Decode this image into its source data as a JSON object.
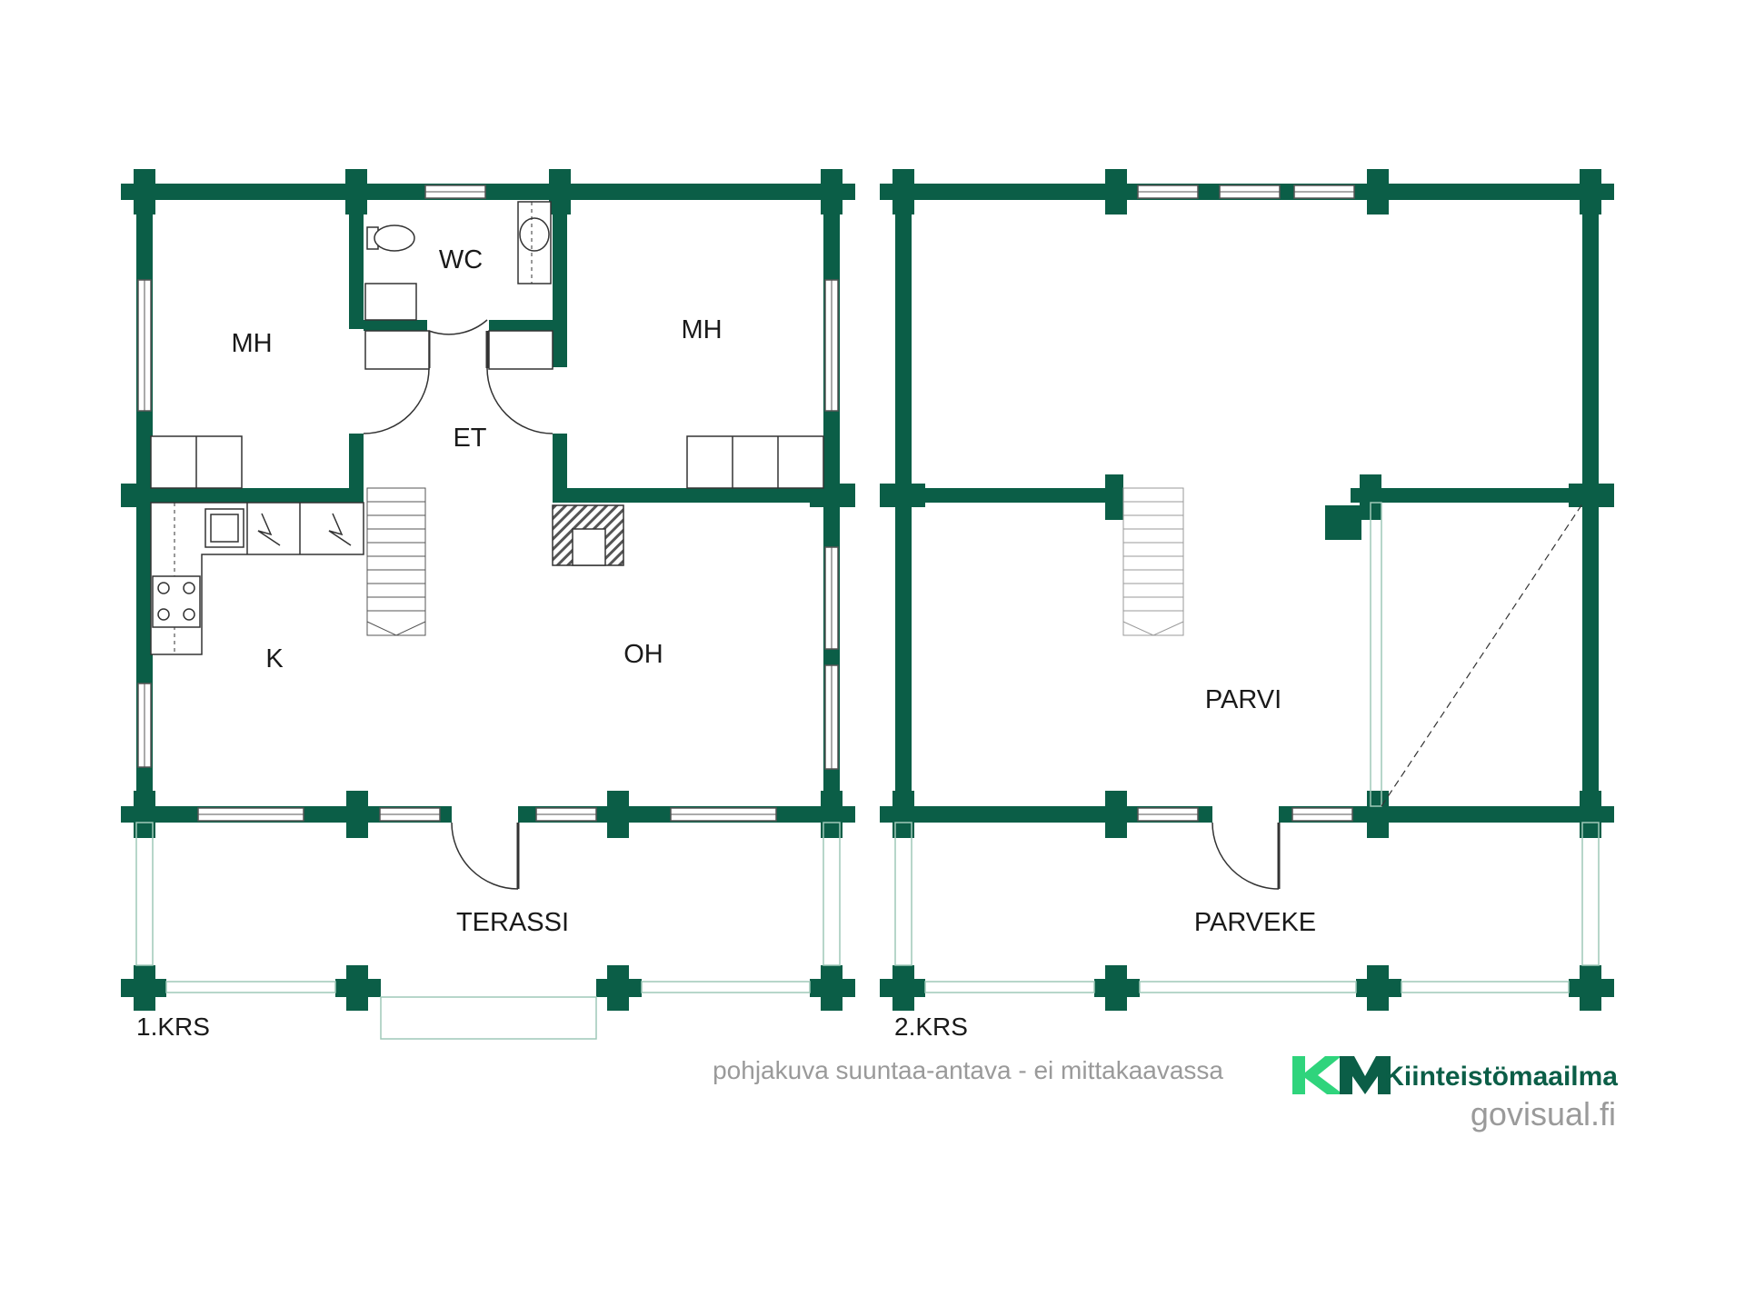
{
  "floor1": {
    "label": "1.KRS",
    "rooms": {
      "mh_left": "MH",
      "wc": "WC",
      "mh_right": "MH",
      "et": "ET",
      "k": "K",
      "oh": "OH",
      "terassi": "TERASSI"
    }
  },
  "floor2": {
    "label": "2.KRS",
    "rooms": {
      "parvi": "PARVI",
      "parveke": "PARVEKE"
    }
  },
  "disclaimer": "pohjakuva suuntaa-antava - ei mittakaavassa",
  "brand": {
    "logo_letters": "KM",
    "name": "Kiinteistömaailma",
    "site": "govisual.fi"
  },
  "colors": {
    "wall": "#0b5e47",
    "thin_line": "#9fc8b8",
    "text": "#1a1a1a",
    "disclaimer": "#9a9a9a",
    "brand_green_light": "#2fd47c",
    "brand_green_dark": "#0b5e47"
  }
}
